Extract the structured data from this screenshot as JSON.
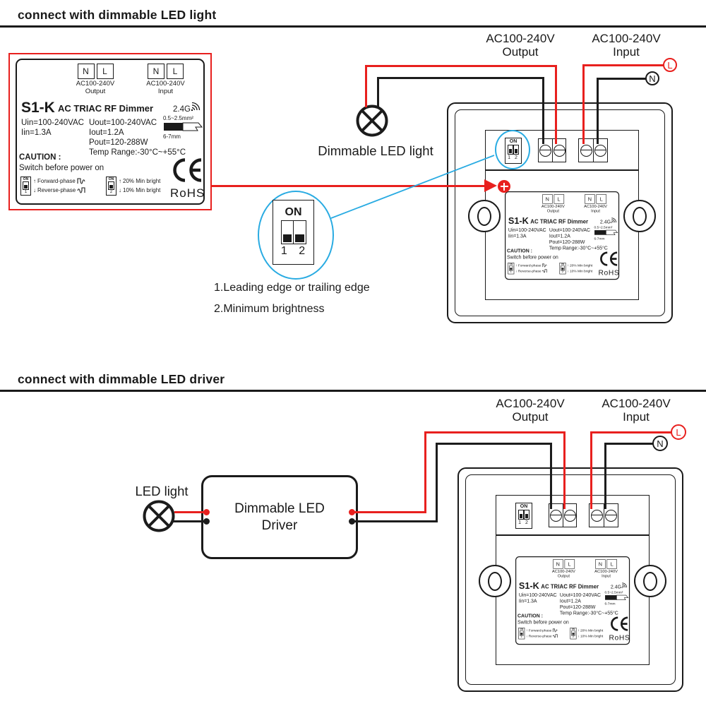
{
  "sections": {
    "led_light": {
      "header": "connect with dimmable LED light"
    },
    "led_driver": {
      "header": "connect with dimmable LED driver"
    }
  },
  "wiring": {
    "output_line1": "AC100-240V",
    "output_line2": "Output",
    "input_line1": "AC100-240V",
    "input_line2": "Input",
    "live": "L",
    "neutral": "N"
  },
  "devices": {
    "dimmable_led_light": "Dimmable LED light",
    "led_light": "LED light",
    "driver_line1": "Dimmable LED",
    "driver_line2": "Driver"
  },
  "dip_detail": {
    "on": "ON",
    "nums": "1 2",
    "note1": "1.Leading edge or trailing edge",
    "note2": "2.Minimum brightness"
  },
  "label": {
    "model": "S1-K",
    "title": "AC TRIAC RF Dimmer",
    "rf": "2.4G",
    "terminals": {
      "n": "N",
      "l": "L",
      "output_line1": "AC100-240V",
      "output_line2": "Output",
      "input_line1": "AC100-240V",
      "input_line2": "Input"
    },
    "specs": {
      "uin": "Uin=100-240VAC",
      "iin": "Iin=1.3A",
      "uout": "Uout=100-240VAC",
      "iout": "Iout=1.2A",
      "pout": "Pout=120-288W",
      "temp": "Temp Range:-30°C~+55°C"
    },
    "wire_gauge": {
      "size": "0.5~2.5mm²",
      "strip": "6-7mm"
    },
    "caution_title": "CAUTION :",
    "caution_text": "Switch before power on",
    "dip_on": "ON",
    "arrow_up": "↑",
    "arrow_down": "↓",
    "dip1": {
      "num": "1",
      "up": "Forward-phase",
      "down": "Reverse-phase"
    },
    "dip2": {
      "num": "2",
      "up": "20% Min bright",
      "down": "10% Min bright"
    },
    "rohs": "RoHS"
  },
  "colors": {
    "wire_live": "#e8201e",
    "wire_neutral": "#1c1c1c",
    "callout_highlight": "#29abe2",
    "label_frame": "#e8201e",
    "ink": "#1a1a1a"
  }
}
